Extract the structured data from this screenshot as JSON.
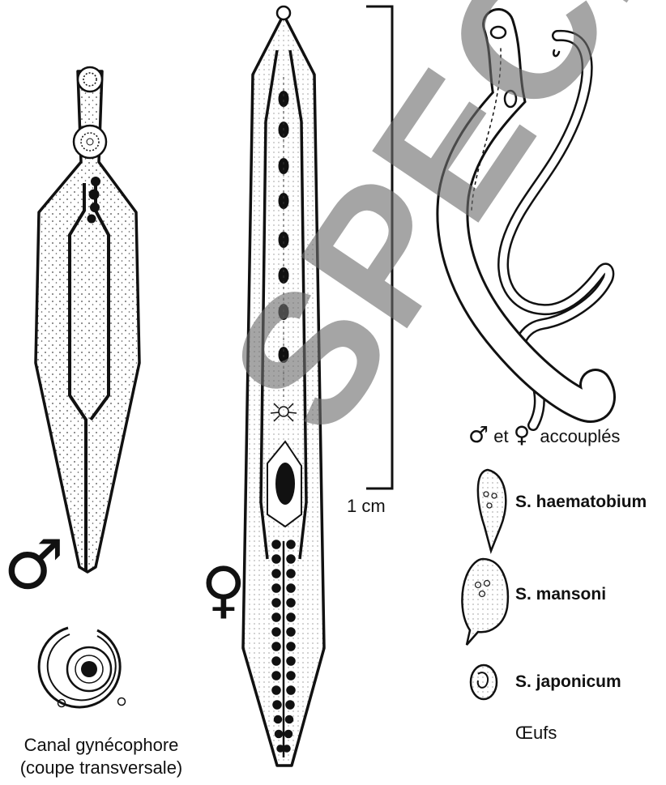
{
  "male": {
    "symbol": "♂"
  },
  "female": {
    "symbol": "♀"
  },
  "scale_bar": {
    "label": "1 cm"
  },
  "pair": {
    "male_symbol": "♂",
    "joiner": "et",
    "female_symbol": "♀",
    "label": "accouplés"
  },
  "section": {
    "caption_line1": "Canal gynécophore",
    "caption_line2": "(coupe transversale)"
  },
  "eggs": {
    "title": "Œufs",
    "items": [
      {
        "label": "S. haematobium"
      },
      {
        "label": "S. mansoni"
      },
      {
        "label": "S. japonicum"
      }
    ]
  },
  "watermark": {
    "text": "SPECIMEN"
  }
}
